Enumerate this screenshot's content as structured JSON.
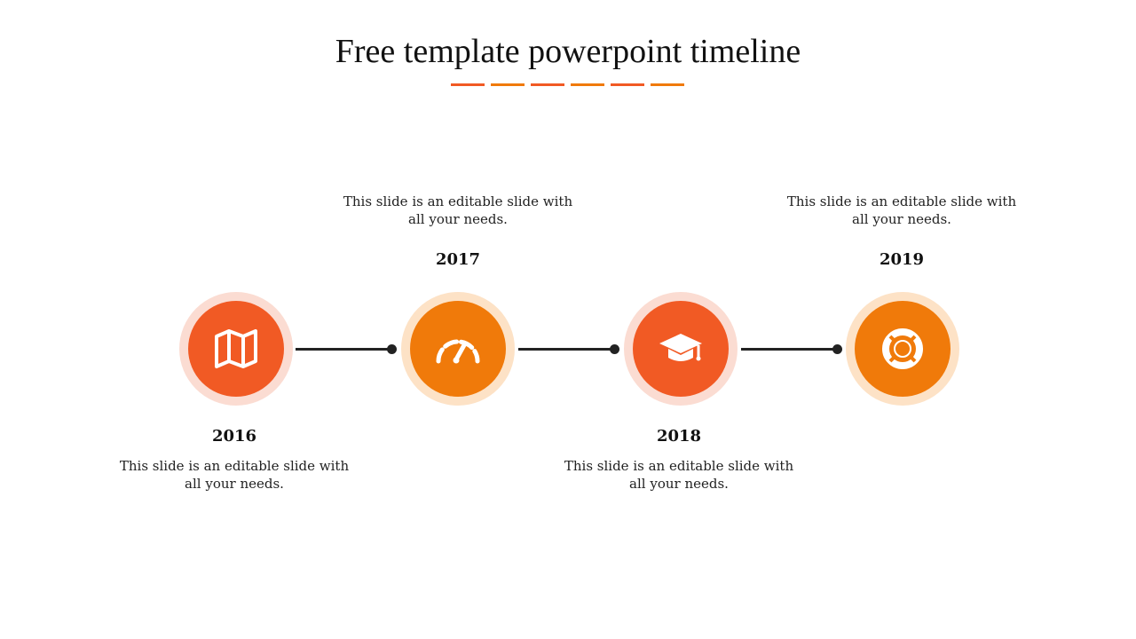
{
  "title": "Free template powerpoint timeline",
  "colors": {
    "red_orange": "#f15a24",
    "orange": "#f07a0a",
    "ring_red": "#fbdcd2",
    "ring_orange": "#fde2c6",
    "line": "#222222"
  },
  "milestones": [
    {
      "year": "2016",
      "text": "This slide is an editable slide with all your needs.",
      "icon": "map-icon"
    },
    {
      "year": "2017",
      "text": "This slide is an editable slide with all your needs.",
      "icon": "speedometer-icon"
    },
    {
      "year": "2018",
      "text": "This slide is an editable slide with all your needs.",
      "icon": "graduation-cap-icon"
    },
    {
      "year": "2019",
      "text": "This slide is an editable slide with all your needs.",
      "icon": "lifebuoy-icon"
    }
  ]
}
